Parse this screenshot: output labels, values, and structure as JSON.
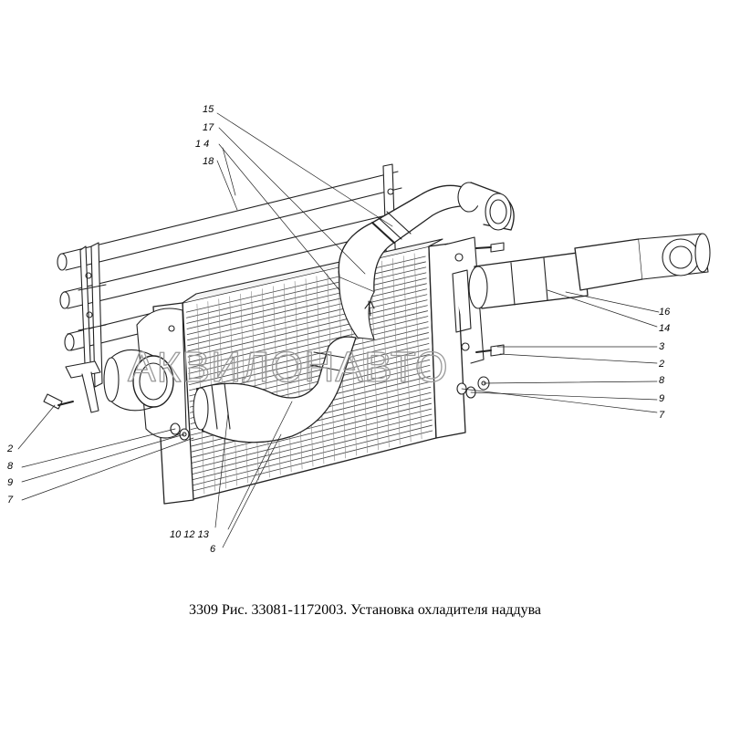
{
  "caption": "3309 Рис. 33081-1172003. Установка охладителя наддува",
  "watermark": "АКВИЛОНАВТО",
  "callouts": {
    "c15": "15",
    "c17": "17",
    "c1_4": "1  4",
    "c18": "18",
    "c16": "16",
    "c14": "14",
    "c3": "3",
    "c2_right": "2",
    "c8_right": "8",
    "c9_right": "9",
    "c7_right": "7",
    "c2_left": "2",
    "c8_left": "8",
    "c9_left": "9",
    "c7_left": "7",
    "c10_12_13": "10 12 13",
    "c6": "6"
  }
}
